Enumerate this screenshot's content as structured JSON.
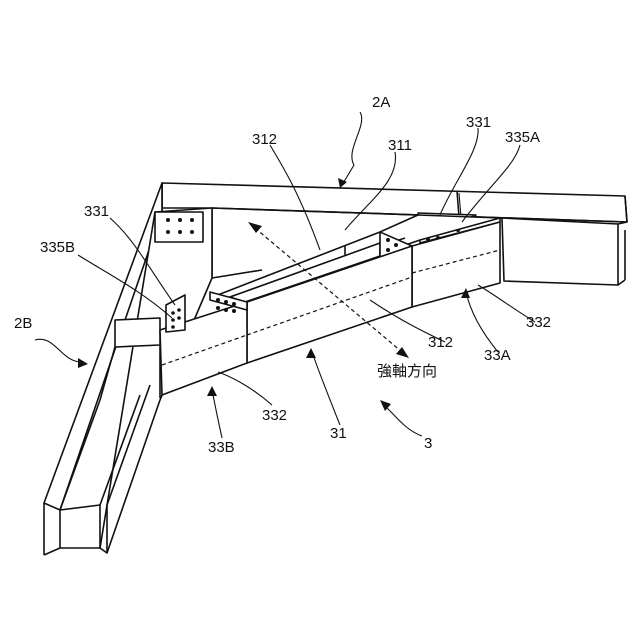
{
  "labels": {
    "frame_2a": "2A",
    "frame_2b": "2B",
    "web_312_top": "312",
    "web_311": "311",
    "end_331_right": "331",
    "end_335a": "335A",
    "end_331_left": "331",
    "end_335b": "335B",
    "web_312_bottom": "312",
    "plate_332_right": "332",
    "member_33a": "33A",
    "plate_332_left": "332",
    "member_33b": "33B",
    "beam_31": "31",
    "assembly_3": "3",
    "strong_axis_direction": "強軸方向"
  },
  "colors": {
    "line": "#111111",
    "background": "#ffffff"
  }
}
